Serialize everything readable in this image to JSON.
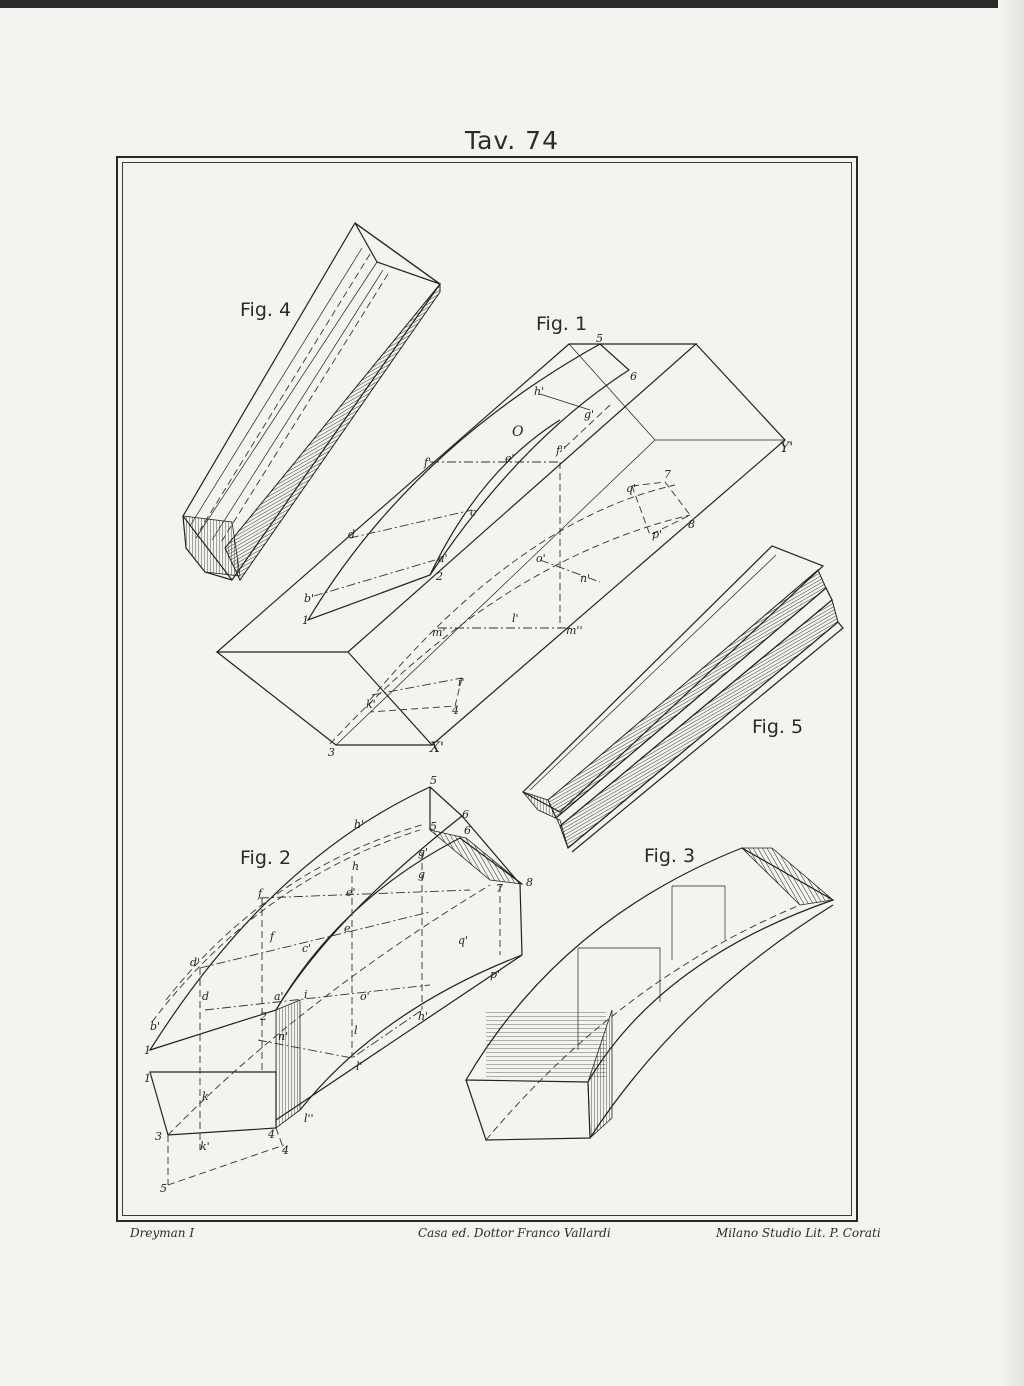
{
  "plate": {
    "title": "Tav. 74"
  },
  "figures": [
    {
      "label": "Fig. 1"
    },
    {
      "label": "Fig. 2"
    },
    {
      "label": "Fig. 3"
    },
    {
      "label": "Fig. 4"
    },
    {
      "label": "Fig. 5"
    }
  ],
  "fig1_points": {
    "p5": "5",
    "p6": "6",
    "h": "h'",
    "g": "g'",
    "O": "O",
    "f": "f'",
    "e": "e'",
    "f2": "f''",
    "Y": "Y'",
    "q": "q'",
    "p7": "7",
    "p8": "8",
    "c": "c",
    "d": "d",
    "a": "a'",
    "p2": "2",
    "p": "p'",
    "b": "b'",
    "p1": "1",
    "o": "o'",
    "n": "n'",
    "m": "m'",
    "l": "l'",
    "m2": "m''",
    "i": "i'",
    "k": "k'",
    "p4": "4",
    "p3": "3",
    "X": "X'"
  },
  "fig2_points": {
    "p5": "5",
    "h2": "h'",
    "p6a": "6",
    "p5b": "5",
    "p6b": "6",
    "g": "g'",
    "h": "h",
    "g2": "g",
    "f": "f",
    "e2": "e'",
    "p7": "7",
    "p8": "8",
    "fp": "f",
    "c": "c'",
    "e": "e",
    "q": "q'",
    "d2": "d'",
    "d": "d",
    "a": "a'",
    "i": "i",
    "o": "o'",
    "p": "p'",
    "b": "b'",
    "p2": "2",
    "n": "n'",
    "h3": "h'",
    "p1a": "1",
    "l": "l",
    "p1": "1",
    "lp": "l'",
    "k": "k",
    "l2": "l''",
    "p3": "3",
    "k2": "k'",
    "p4a": "4",
    "p4b": "4",
    "p5c": "5"
  },
  "credits": {
    "left": "Dreyman I",
    "center": "Casa ed. Dottor Franco Vallardi",
    "right": "Milano Studio Lit. P. Corati"
  }
}
